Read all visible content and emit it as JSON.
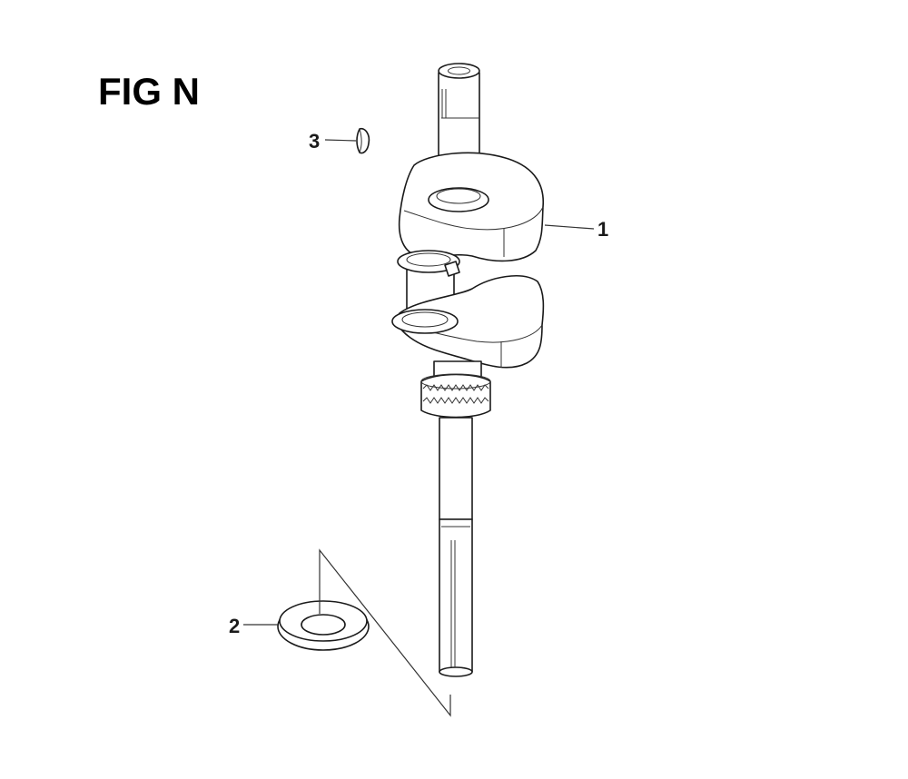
{
  "figure": {
    "title": "FIG N"
  },
  "callouts": [
    {
      "id": "callout-1",
      "number": "1"
    },
    {
      "id": "callout-2",
      "number": "2"
    },
    {
      "id": "callout-3",
      "number": "3"
    }
  ],
  "colors": {
    "ink": "#1a1a1a",
    "background": "#ffffff"
  }
}
